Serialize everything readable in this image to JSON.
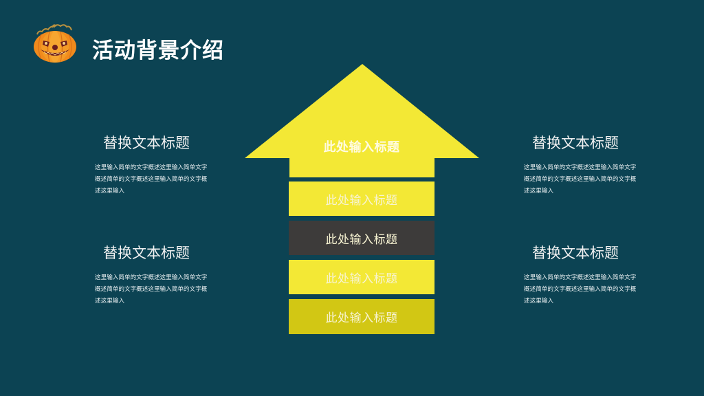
{
  "header": {
    "title": "活动背景介绍",
    "logo_icon": "pumpkin-icon"
  },
  "colors": {
    "background": "#0c4353",
    "arrow_yellow": "#f3e835",
    "box_yellow": "#f3e835",
    "box_dark": "#3d3b3a",
    "box_olive": "#d2c714"
  },
  "arrow": {
    "label": "此处输入标题",
    "boxes": [
      {
        "label": "此处输入标题",
        "color": "#f3e835"
      },
      {
        "label": "此处输入标题",
        "color": "#3d3b3a"
      },
      {
        "label": "此处输入标题",
        "color": "#f3e835"
      },
      {
        "label": "此处输入标题",
        "color": "#d2c714"
      }
    ]
  },
  "left_blocks": [
    {
      "title": "替换文本标题",
      "desc": "这里输入简单的文字概述这里输入简单文字概述简单的文字概述这里输入简单的文字概述这里输入"
    },
    {
      "title": "替换文本标题",
      "desc": "这里输入简单的文字概述这里输入简单文字概述简单的文字概述这里输入简单的文字概述这里输入"
    }
  ],
  "right_blocks": [
    {
      "title": "替换文本标题",
      "desc": "这里输入简单的文字概述这里输入简单文字概述简单的文字概述这里输入简单的文字概述这里输入"
    },
    {
      "title": "替换文本标题",
      "desc": "这里输入简单的文字概述这里输入简单文字概述简单的文字概述这里输入简单的文字概述这里输入"
    }
  ]
}
